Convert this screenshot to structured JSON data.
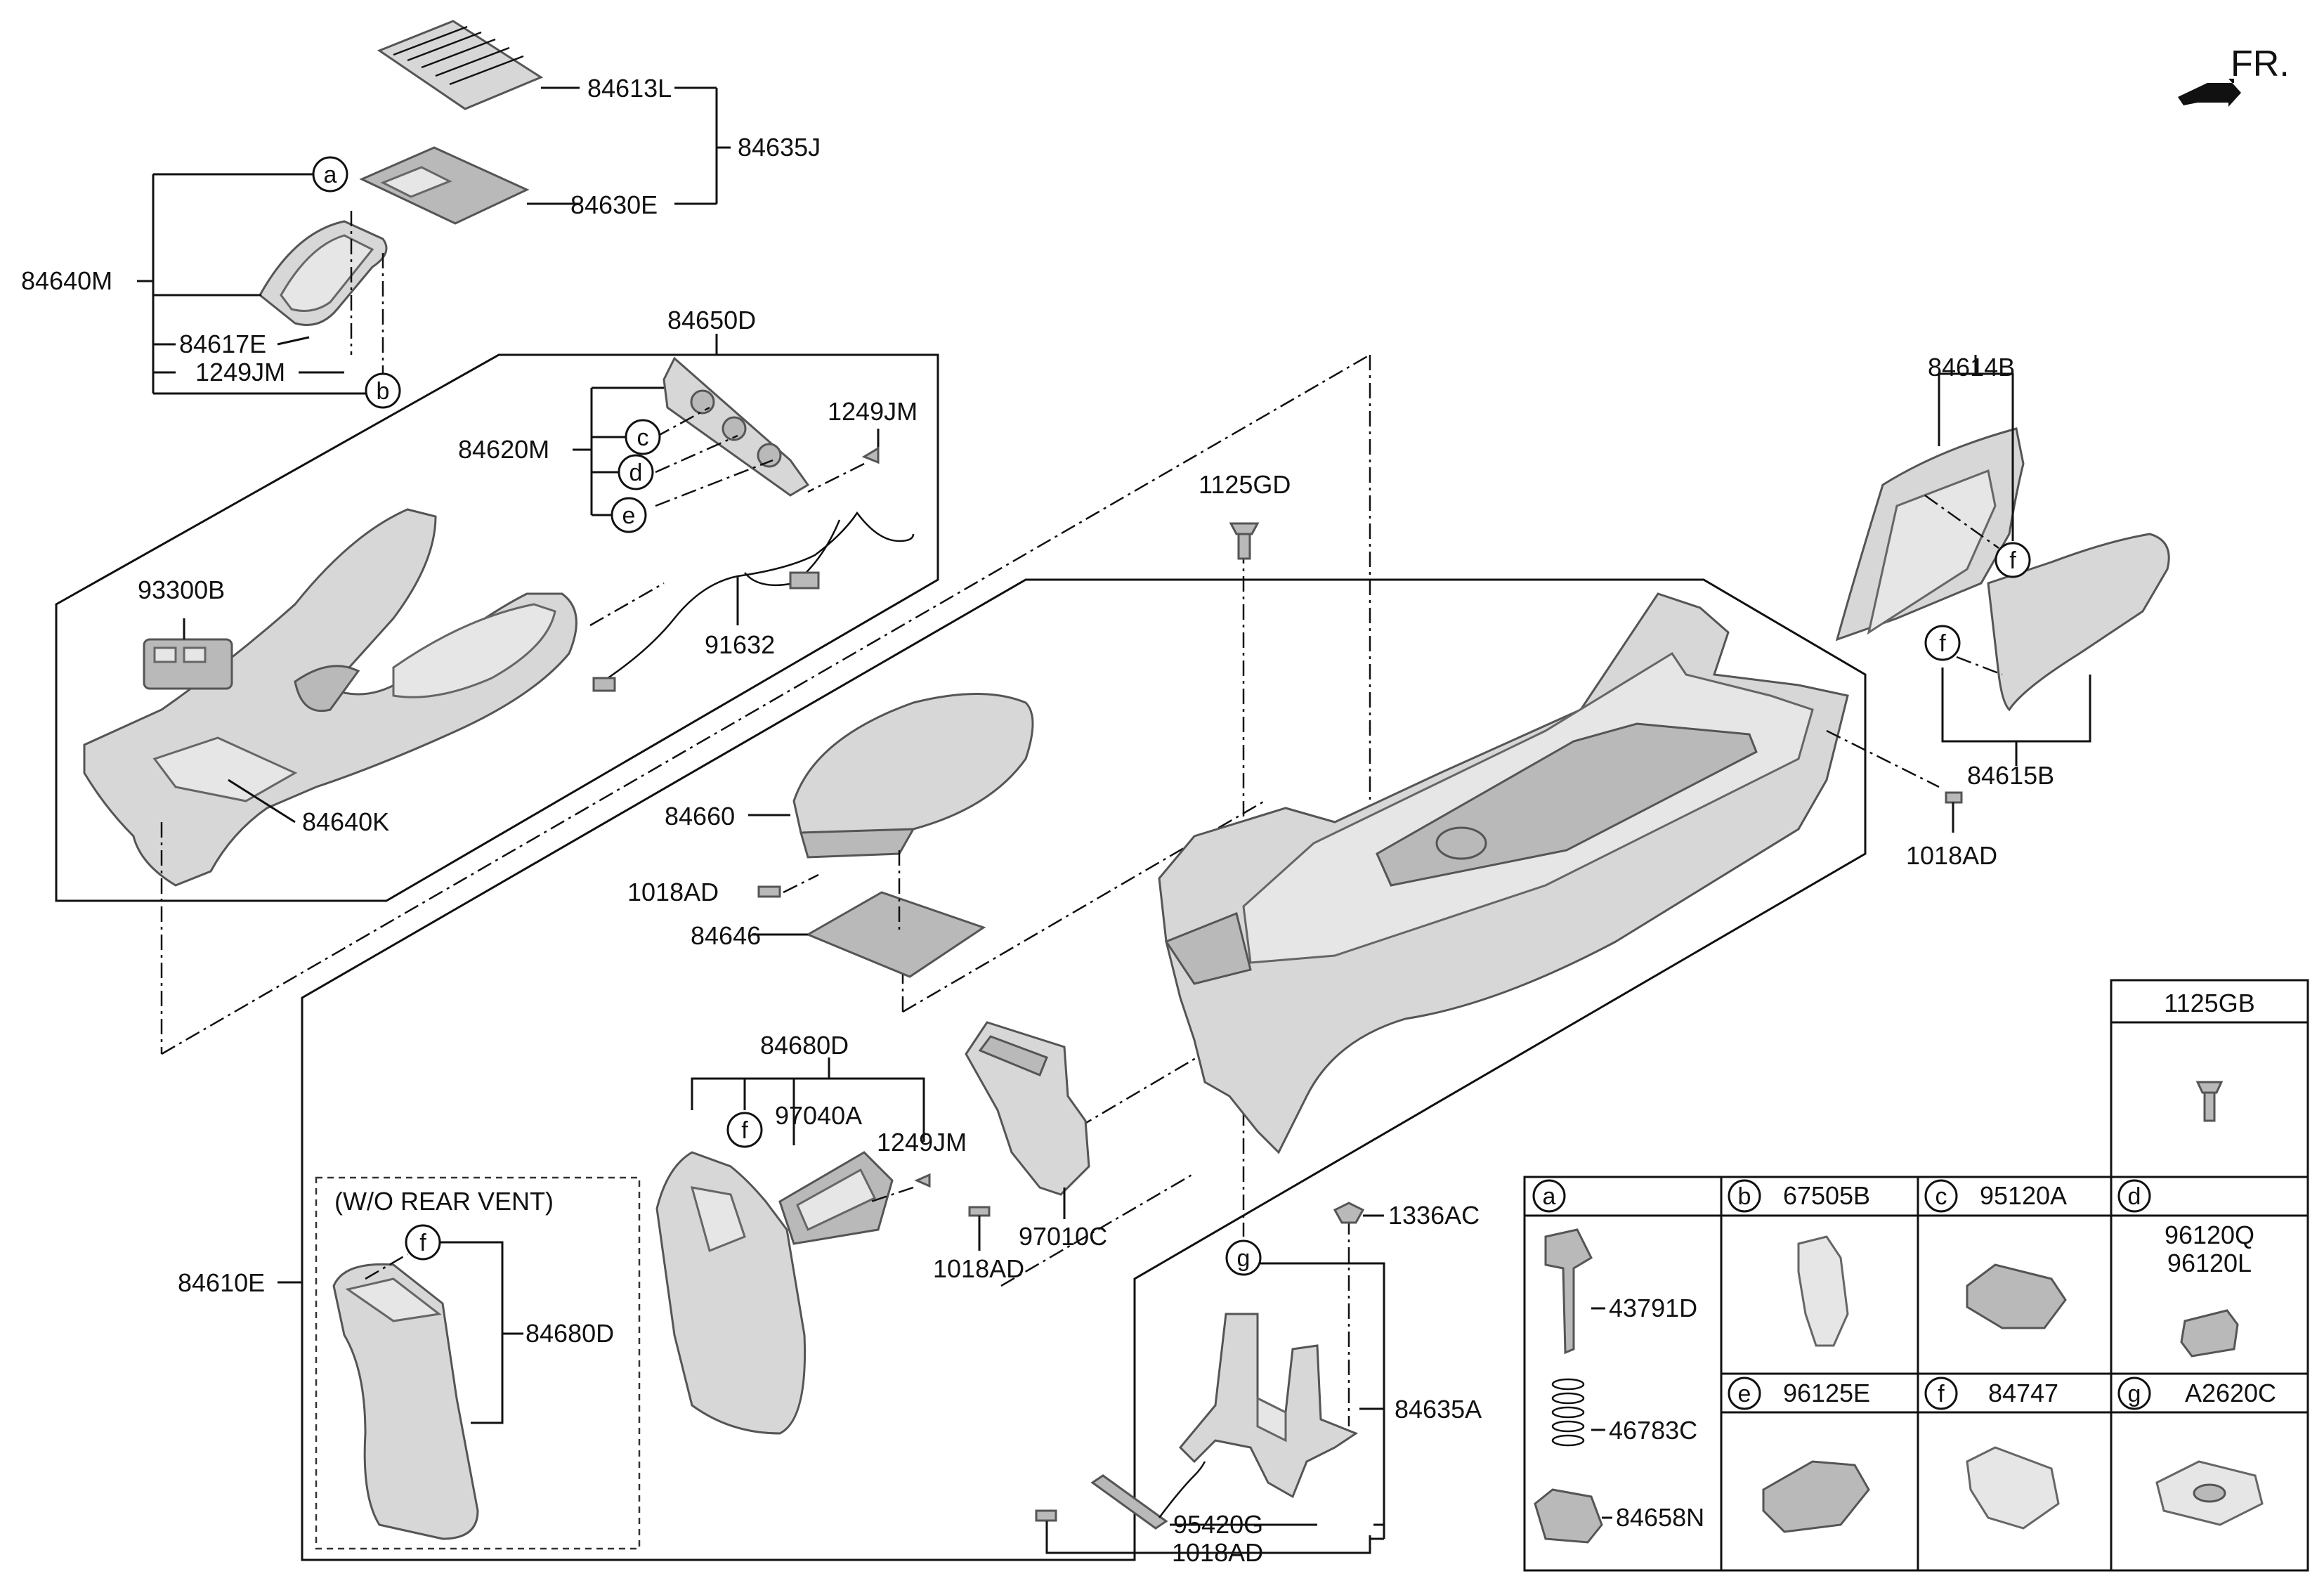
{
  "direction": {
    "label": "FR."
  },
  "labels": {
    "p84613L": "84613L",
    "p84635J": "84635J",
    "p84630E": "84630E",
    "p84640M": "84640M",
    "p84617E": "84617E",
    "p1249JM_a": "1249JM",
    "p84650D": "84650D",
    "p1249JM_b": "1249JM",
    "p84620M": "84620M",
    "p93300B": "93300B",
    "p91632": "91632",
    "p84640K": "84640K",
    "p1125GD": "1125GD",
    "p84614B": "84614B",
    "p84615B": "84615B",
    "p1018AD_a": "1018AD",
    "p84660": "84660",
    "p1018AD_b": "1018AD",
    "p84646": "84646",
    "p84680D_a": "84680D",
    "p97040A": "97040A",
    "p1249JM_c": "1249JM",
    "p97010C": "97010C",
    "p1018AD_c": "1018AD",
    "wo_rear_vent": "(W/O REAR VENT)",
    "p84680D_b": "84680D",
    "p84610E": "84610E",
    "p1336AC": "1336AC",
    "p84635A": "84635A",
    "p95420G": "95420G",
    "p1018AD_d": "1018AD"
  },
  "callouts": {
    "a1": "a",
    "b1": "b",
    "c1": "c",
    "d1": "d",
    "e1": "e",
    "f1": "f",
    "f2": "f",
    "f3": "f",
    "f4": "f",
    "g1": "g"
  },
  "legend": {
    "top_box": {
      "header": "1125GB"
    },
    "cells": [
      {
        "letter": "a",
        "code": "",
        "parts": [
          "43791D",
          "46783C",
          "84658N"
        ]
      },
      {
        "letter": "b",
        "code": "67505B"
      },
      {
        "letter": "c",
        "code": "95120A"
      },
      {
        "letter": "d",
        "code": "96120Q",
        "code2": "96120L"
      },
      {
        "letter": "e",
        "code": "96125E"
      },
      {
        "letter": "f",
        "code": "84747"
      },
      {
        "letter": "g",
        "code": "A2620C"
      }
    ]
  }
}
